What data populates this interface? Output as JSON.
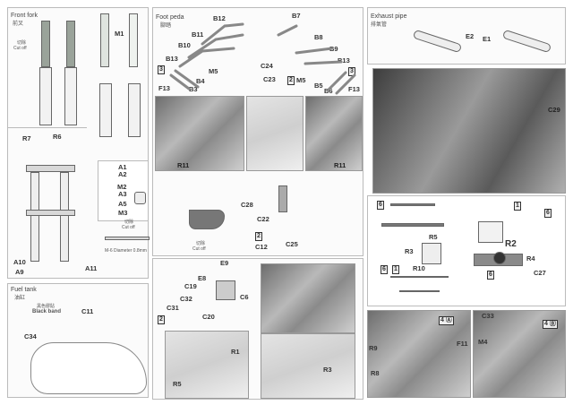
{
  "front_fork": {
    "title": "Front fork",
    "title_cn": "前叉",
    "cut_off_cn": "切除",
    "cut_off": "Cut off",
    "labels": [
      "M1",
      "R7",
      "R6",
      "A1",
      "A2",
      "M2",
      "A3",
      "A5",
      "M3",
      "A10",
      "A9",
      "A11"
    ],
    "cut_off2_cn": "切除",
    "cut_off2": "Cut off",
    "note": "M-6 Diameter 0.8mm"
  },
  "fuel_tank": {
    "title": "Fuel tank",
    "title_cn": "油缸",
    "band_cn": "黑色膠貼",
    "band": "Black band",
    "labels": [
      "C11",
      "C34"
    ]
  },
  "foot_pedal": {
    "title": "Foot peda",
    "title_cn": "腳踏",
    "labels": [
      "B12",
      "B11",
      "B10",
      "B13",
      "M5",
      "B4",
      "B3",
      "F13",
      "B7",
      "B8",
      "B9",
      "B13",
      "C24",
      "C23",
      "M5",
      "B5",
      "B6",
      "F13"
    ],
    "step_a": "3",
    "step_b": "2",
    "step_c": "3",
    "photo_labels": [
      "R11",
      "R11"
    ]
  },
  "pedal_assembly": {
    "labels": [
      "C28",
      "C22",
      "C25",
      "C12"
    ],
    "cut_off_cn": "切除",
    "cut_off": "Cut off",
    "step": "2"
  },
  "stand": {
    "labels": [
      "E9",
      "E8",
      "C19",
      "C6",
      "C32",
      "C31",
      "C20",
      "R1",
      "R5",
      "R3"
    ],
    "step": "2"
  },
  "exhaust": {
    "title": "Exhaust pipe",
    "title_cn": "排氣管",
    "labels": [
      "E2",
      "E1"
    ],
    "photo_label": "C29"
  },
  "wiring": {
    "steps": [
      "6",
      "1",
      "6",
      "6",
      "1",
      "6"
    ],
    "labels": [
      "R5",
      "R3",
      "R2",
      "R4",
      "C27",
      "R10"
    ]
  },
  "bottom_photos": {
    "labels": [
      "R9",
      "R8",
      "F11",
      "C33",
      "M4"
    ],
    "step_a": "4 Ⓐ",
    "step_b": "4 Ⓑ"
  }
}
